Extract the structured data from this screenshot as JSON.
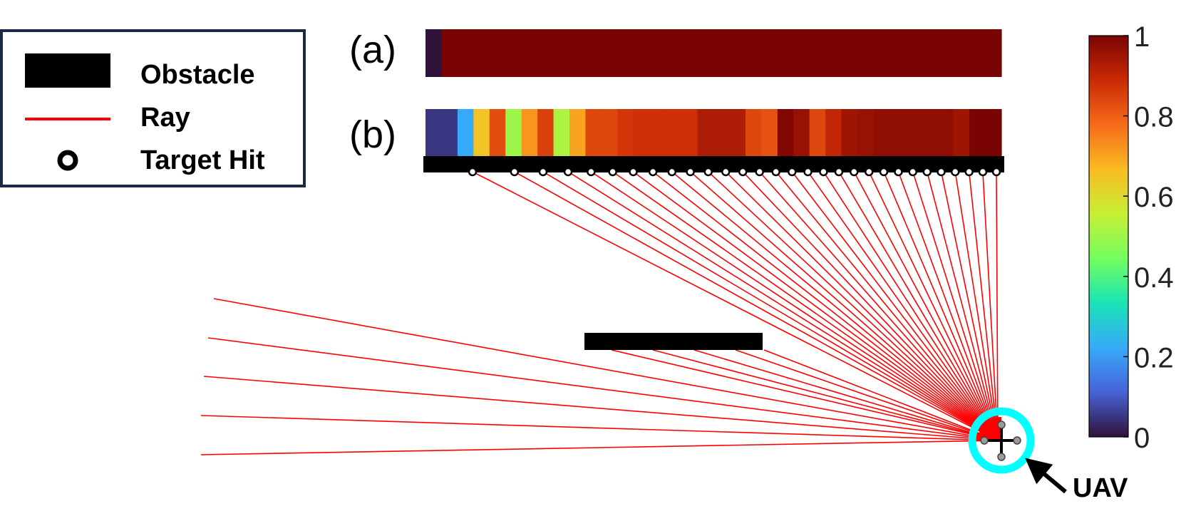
{
  "legend": {
    "items": [
      {
        "label": "Obstacle",
        "icon": "obstacle-swatch"
      },
      {
        "label": "Ray",
        "icon": "ray-line",
        "color": "#ff0000"
      },
      {
        "label": "Target Hit",
        "icon": "target-hit-circle"
      }
    ]
  },
  "panel_a": {
    "label": "(a)",
    "values": [
      0,
      1,
      1,
      1,
      1,
      1,
      1,
      1,
      1,
      1,
      1,
      1,
      1,
      1,
      1,
      1,
      1,
      1,
      1,
      1,
      1,
      1,
      1,
      1,
      1,
      1,
      1,
      1,
      1,
      1,
      1,
      1,
      1,
      1,
      1,
      1
    ]
  },
  "panel_b": {
    "label": "(b)",
    "values": [
      0.05,
      0.05,
      0.22,
      0.65,
      0.83,
      0.5,
      0.72,
      0.85,
      0.52,
      0.7,
      0.84,
      0.84,
      0.87,
      0.88,
      0.88,
      0.88,
      0.88,
      0.93,
      0.93,
      0.93,
      0.84,
      0.82,
      0.99,
      0.96,
      0.84,
      0.9,
      0.95,
      0.96,
      0.97,
      0.97,
      0.97,
      0.97,
      0.97,
      0.95,
      1.0,
      1.0
    ]
  },
  "colorbar": {
    "ticks": [
      "0",
      "0.2",
      "0.4",
      "0.6",
      "0.8",
      "1"
    ],
    "range": [
      0,
      1
    ],
    "colormap": [
      "#30123b",
      "#4662d7",
      "#36aaf9",
      "#1ae4b6",
      "#72fe5e",
      "#c7ef34",
      "#fabb21",
      "#f66b19",
      "#cb2a04",
      "#7a0403"
    ]
  },
  "scene": {
    "uav_label": "UAV",
    "target_hits": 30,
    "ray_color": "#ff0000",
    "uav_ring_color": "#00ffff"
  }
}
